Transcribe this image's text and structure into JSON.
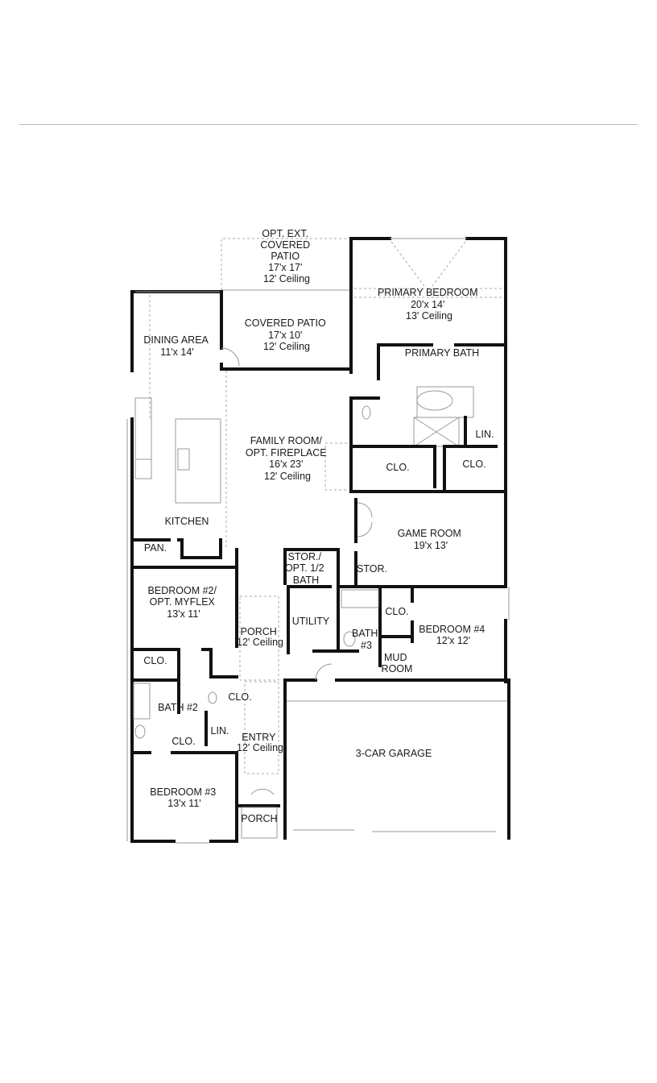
{
  "floor_plan": {
    "rooms": [
      {
        "id": "opt-ext-covered-patio",
        "lines": [
          "OPT. EXT.",
          "COVERED",
          "PATIO",
          "17'x 17'",
          "12' Ceiling"
        ]
      },
      {
        "id": "primary-bedroom",
        "lines": [
          "PRIMARY BEDROOM",
          "20'x 14'",
          "13' Ceiling"
        ]
      },
      {
        "id": "covered-patio",
        "lines": [
          "COVERED PATIO",
          "17'x 10'",
          "12' Ceiling"
        ]
      },
      {
        "id": "dining-area",
        "lines": [
          "DINING AREA",
          "11'x 14'"
        ]
      },
      {
        "id": "primary-bath",
        "lines": [
          "PRIMARY BATH"
        ]
      },
      {
        "id": "family-room",
        "lines": [
          "FAMILY ROOM/",
          "OPT. FIREPLACE",
          "16'x 23'",
          "12' Ceiling"
        ]
      },
      {
        "id": "primary-closet-1",
        "lines": [
          "CLO."
        ]
      },
      {
        "id": "primary-closet-2",
        "lines": [
          "CLO."
        ]
      },
      {
        "id": "primary-linen",
        "lines": [
          "LIN."
        ]
      },
      {
        "id": "kitchen",
        "lines": [
          "KITCHEN"
        ]
      },
      {
        "id": "pantry",
        "lines": [
          "PAN."
        ]
      },
      {
        "id": "game-room",
        "lines": [
          "GAME ROOM",
          "19'x 13'"
        ]
      },
      {
        "id": "stor-opt-half-bath",
        "lines": [
          "STOR./",
          "OPT. 1/2",
          "BATH"
        ]
      },
      {
        "id": "storage",
        "lines": [
          "STOR."
        ]
      },
      {
        "id": "bedroom-2",
        "lines": [
          "BEDROOM #2/",
          "OPT. MYFLEX",
          "13'x 11'"
        ]
      },
      {
        "id": "utility",
        "lines": [
          "UTILITY"
        ]
      },
      {
        "id": "bath-3",
        "lines": [
          "BATH",
          "#3"
        ]
      },
      {
        "id": "bedroom-4-closet",
        "lines": [
          "CLO."
        ]
      },
      {
        "id": "bedroom-4",
        "lines": [
          "BEDROOM #4",
          "12'x 12'"
        ]
      },
      {
        "id": "mud-room",
        "lines": [
          "MUD",
          "ROOM"
        ]
      },
      {
        "id": "porch-rear",
        "lines": [
          "PORCH",
          "12' Ceiling"
        ]
      },
      {
        "id": "bedroom-2-closet",
        "lines": [
          "CLO."
        ]
      },
      {
        "id": "bath-2",
        "lines": [
          "BATH #2"
        ]
      },
      {
        "id": "hall-closet",
        "lines": [
          "CLO."
        ]
      },
      {
        "id": "linen",
        "lines": [
          "LIN."
        ]
      },
      {
        "id": "bath-2-closet",
        "lines": [
          "CLO."
        ]
      },
      {
        "id": "entry",
        "lines": [
          "ENTRY",
          "12' Ceiling"
        ]
      },
      {
        "id": "garage",
        "lines": [
          "3-CAR GARAGE"
        ]
      },
      {
        "id": "bedroom-3",
        "lines": [
          "BEDROOM #3",
          "13'x 11'"
        ]
      },
      {
        "id": "porch-front",
        "lines": [
          "PORCH"
        ]
      }
    ]
  }
}
